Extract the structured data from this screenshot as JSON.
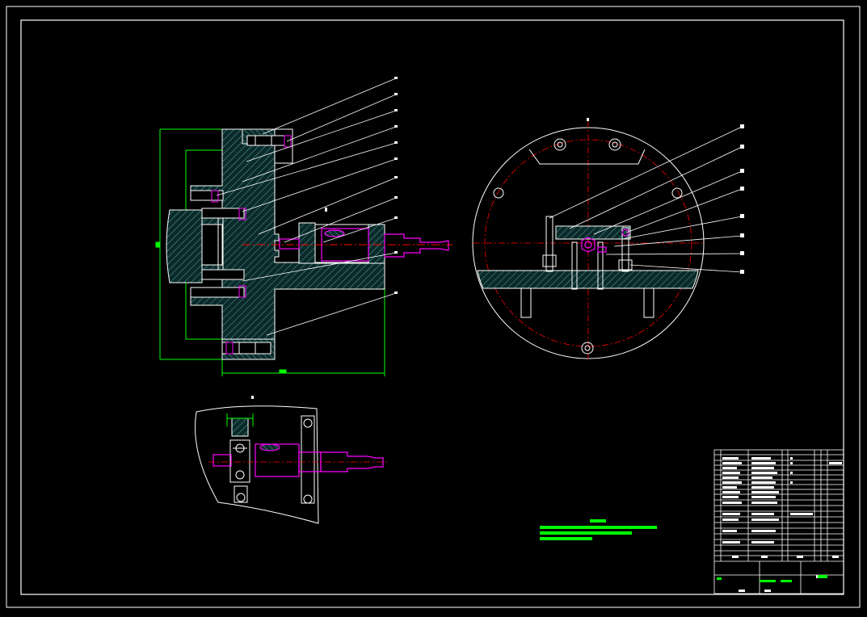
{
  "app": {
    "title": "",
    "background_color": "#000000",
    "line_colors": {
      "outline": "#ffffff",
      "hatch": "#4a8c8c",
      "dimension": "#00ff00",
      "workpiece": "#ff00ff",
      "center_line": "#ff0000",
      "leader": "#ffffff"
    }
  },
  "drawing": {
    "views": [
      {
        "name": "front-section-view"
      },
      {
        "name": "side-circular-view"
      },
      {
        "name": "detail-plan-view"
      }
    ],
    "leader_callouts_left": [
      "1",
      "2",
      "3",
      "4",
      "5",
      "6",
      "7",
      "8",
      "9",
      "10",
      "11"
    ],
    "leader_callouts_right": [
      "1",
      "2",
      "3",
      "4",
      "5",
      "6",
      "7",
      "8"
    ],
    "notes_title": "",
    "notes_lines": [
      "",
      "",
      ""
    ]
  },
  "title_block": {
    "present": true
  }
}
